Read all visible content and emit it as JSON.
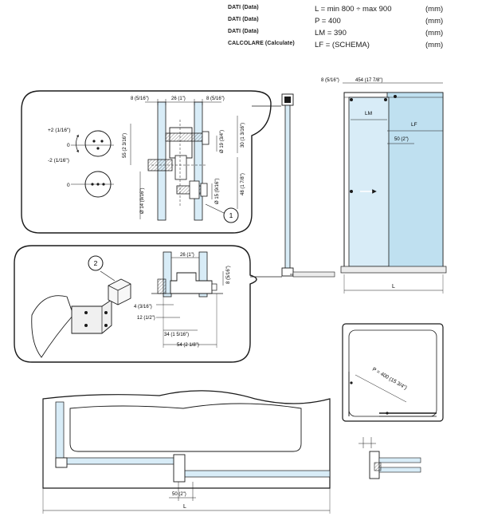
{
  "specs": [
    {
      "label": "DATI (Data)",
      "formula": "L  = min 800 ÷ max 900",
      "unit": "(mm)"
    },
    {
      "label": "DATI (Data)",
      "formula": "P  = 400",
      "unit": "(mm)"
    },
    {
      "label": "DATI (Data)",
      "formula": "LM = 390",
      "unit": "(mm)"
    },
    {
      "label": "CALCOLARE (Calculate)",
      "formula": "LF = (SCHEMA)",
      "unit": "(mm)"
    }
  ],
  "detail1": {
    "dims": {
      "top_left": "8 (5/16\")",
      "top_mid": "26 (1\")",
      "top_right": "8 (5/16\")",
      "h55": "55 (2 3/16\")",
      "h30": "30 (1 3/16\")",
      "h48": "48 (1 7/8\")",
      "d19": "Ø 19 (3/4\")",
      "d15": "Ø 15 (9/16\")",
      "d14": "Ø 14 (9/16\")"
    },
    "rot_upper": "+2 (1/16\")",
    "rot_zero1": "0",
    "rot_lower": "-2 (1/16\")",
    "rot_zero2": "0",
    "callout": "1"
  },
  "detail2": {
    "callout": "2",
    "dims": {
      "top": "26 (1\")",
      "right": "8 (5/16\")",
      "d4": "4 (3/16\")",
      "d12": "12 (1/2\")",
      "d34": "34 (1  5/16\")",
      "d54": "54 (2  1/8\")"
    }
  },
  "elevation": {
    "top_left": "8 (5/16\")",
    "top_main": "454 (17  7/8\")",
    "lm": "LM",
    "lf": "LF",
    "d50": "50 (2\")",
    "l": "L"
  },
  "plan": {
    "p": "P = 400 (15  3/4\")"
  },
  "bottom": {
    "d50": "50 (2\")",
    "l": "L"
  },
  "colors": {
    "glass": "#d8ecf7",
    "glass_dark": "#bfe0f0",
    "line": "#1a1a1a",
    "gray": "#6a6a6a",
    "light_gray": "#ececec"
  }
}
